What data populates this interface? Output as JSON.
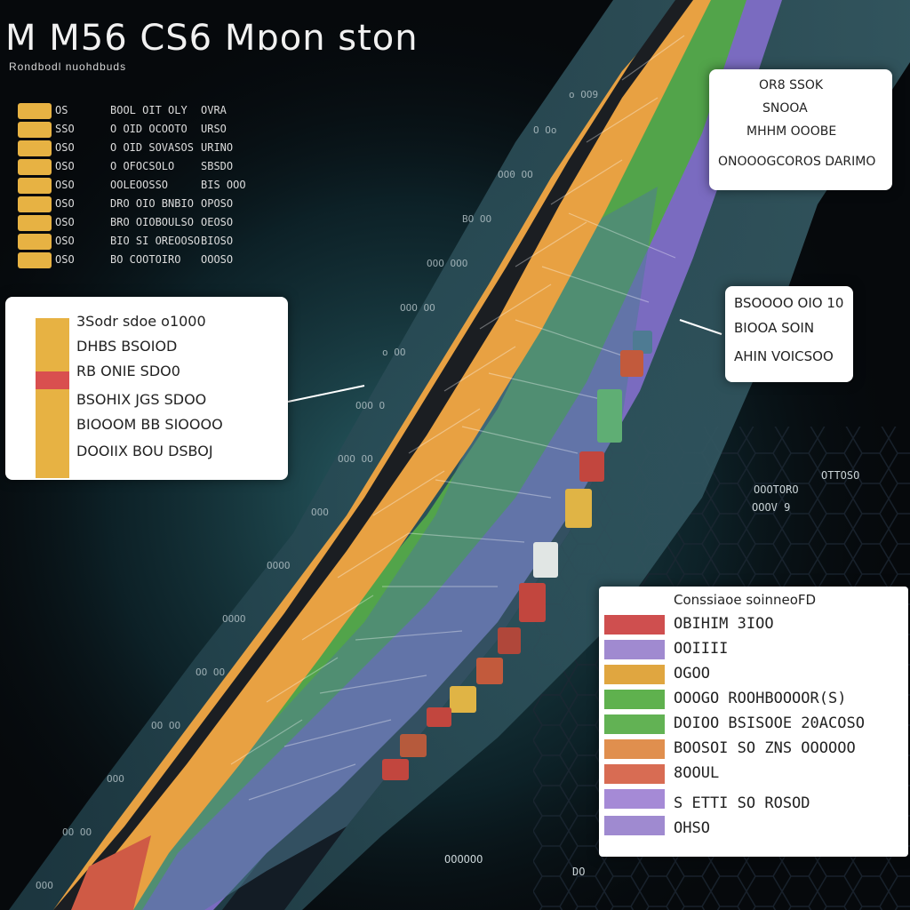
{
  "title": "M M56 CS6 Mɒon ston",
  "subtitle": "Rondbodl nuohdbuds",
  "colors": {
    "orange": "#e9a344",
    "green": "#5fb14e",
    "purple": "#8a78c8",
    "blue": "#4f7a93",
    "red": "#cf5a45",
    "gold": "#e7b243",
    "key_red": "#d94f4f"
  },
  "key_table": [
    [
      "OS",
      "BOOL OIT OLY",
      "OVRA"
    ],
    [
      "SSO",
      "O OID OCOOTO",
      "URSO"
    ],
    [
      "OSO",
      "O OID SOVASOS",
      "URINO"
    ],
    [
      "OSO",
      "O OFOCSOLO",
      "SBSDO"
    ],
    [
      "OSO",
      "OOLEOOSSO",
      "BIS OOO"
    ],
    [
      "OSO",
      "DRO OIO BNBIO",
      "OPOSO"
    ],
    [
      "OSO",
      "BRO OIOBOULSO",
      "OEOSO"
    ],
    [
      "OSO",
      "BIO SI OREOOSO",
      "BIOSO"
    ],
    [
      "OSO",
      "BO COOTOIRO",
      "OOOSO"
    ]
  ],
  "card_top_right": [
    "OR8 SSOK",
    "SNOOA",
    "MHHM OOOBE",
    "ONOOOGCOROS DARIMO"
  ],
  "card_left": [
    "3Sodr sdoe o1000",
    "DHBS BSOIOD",
    "RB ONIE SDO0",
    "BSOHIX JGS SDOO",
    "BIOOOM BB SIOOOO",
    "DOOIIX BOU DSBOJ"
  ],
  "card_mid_right": [
    "BSOOOO OIO 10",
    "BIOOA SOIN",
    "AHIN VOICSOO"
  ],
  "legend": {
    "heading": "Conssiaoe soinneoFD",
    "items": [
      "OBIHIM 3IOO",
      "OOIIII",
      "OGOO",
      "OOOGO ROOHBOOOOR(S)",
      "DOIOO BSISOOE 20ACOSO",
      "BOOSOI SO ZNS OOOOOO",
      "8OOUL",
      "S ETTI SO ROSOD",
      "OHSO"
    ]
  },
  "scribbles": [
    "OTTOSO",
    "OOOTORO",
    "OOOV 9",
    "OOOOOO",
    "DO"
  ]
}
